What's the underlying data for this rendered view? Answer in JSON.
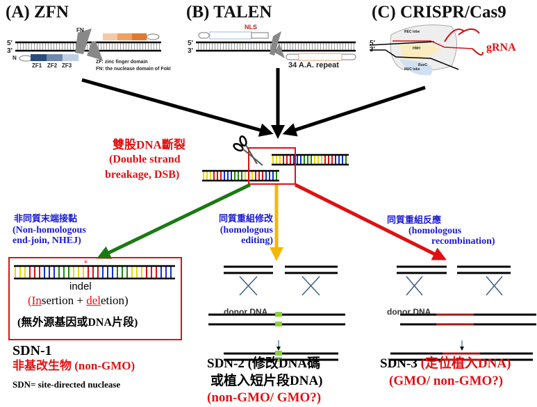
{
  "panels": {
    "zfn": {
      "title": "(A) ZFN",
      "fn_label": "FN",
      "zf_labels": [
        "ZF1",
        "ZF2",
        "ZF3"
      ],
      "n_label": "N",
      "strand5": "5'",
      "strand3": "3'",
      "legend": [
        "ZF: zinc finger domain",
        "FN: the nuclease domain of FokI"
      ]
    },
    "talen": {
      "title": "(B) TALEN",
      "nls": "NLS",
      "repeat": "34 A.A. repeat",
      "strand5": "5'",
      "strand3": "3'"
    },
    "crispr": {
      "title": "(C) CRISPR/Cas9",
      "grna": "gRNA",
      "rec_lobe": "REC lobe",
      "nuc_lobe": "NUC lobe",
      "ruvc": "RuvC",
      "hnh": "HNH",
      "strand5": "5'",
      "strand3": "3'"
    }
  },
  "dsb": {
    "zh": "雙股DNA斷裂",
    "en1": "(Double strand",
    "en2": "breakage, DSB)"
  },
  "pathways": {
    "nhej": {
      "zh": "非同質末端接黏",
      "en1": "(Non-homologous",
      "en2": "end-join,  NHEJ)"
    },
    "hde": {
      "zh": "同質重組修改",
      "en1": "(homologous",
      "en2": "editing)"
    },
    "hr": {
      "zh": "同質重組反應",
      "en1": "(homologous",
      "en2": "recombination)"
    }
  },
  "sdn1_box": {
    "indel": "indel",
    "ins_a": "(",
    "ins_b": "In",
    "ins_c": "sertion + ",
    "del_a": "del",
    "del_b": "etion)",
    "note": "(無外源基因或DNA片段)"
  },
  "donor_label": "donor DNA",
  "sdn1": {
    "name": "SDN-1",
    "status": "非基改生物 (non-GMO)",
    "footnote": "SDN= site-directed  nuclease"
  },
  "sdn2": {
    "name": "SDN-2",
    "desc1": "(修改DNA碼",
    "desc2": "或植入短片段DNA)",
    "status": "(non-GMO/ GMO?)"
  },
  "sdn3": {
    "name": "SDN-3",
    "desc": "(定位植入DNA)",
    "status": "(GMO/ non-GMO?)"
  },
  "colors": {
    "red": "#e01010",
    "blue": "#1a1ad0",
    "green": "#1a7a10",
    "yellow": "#f5b800",
    "repair_red": "#a01818",
    "insert_green": "#8ccf40"
  }
}
